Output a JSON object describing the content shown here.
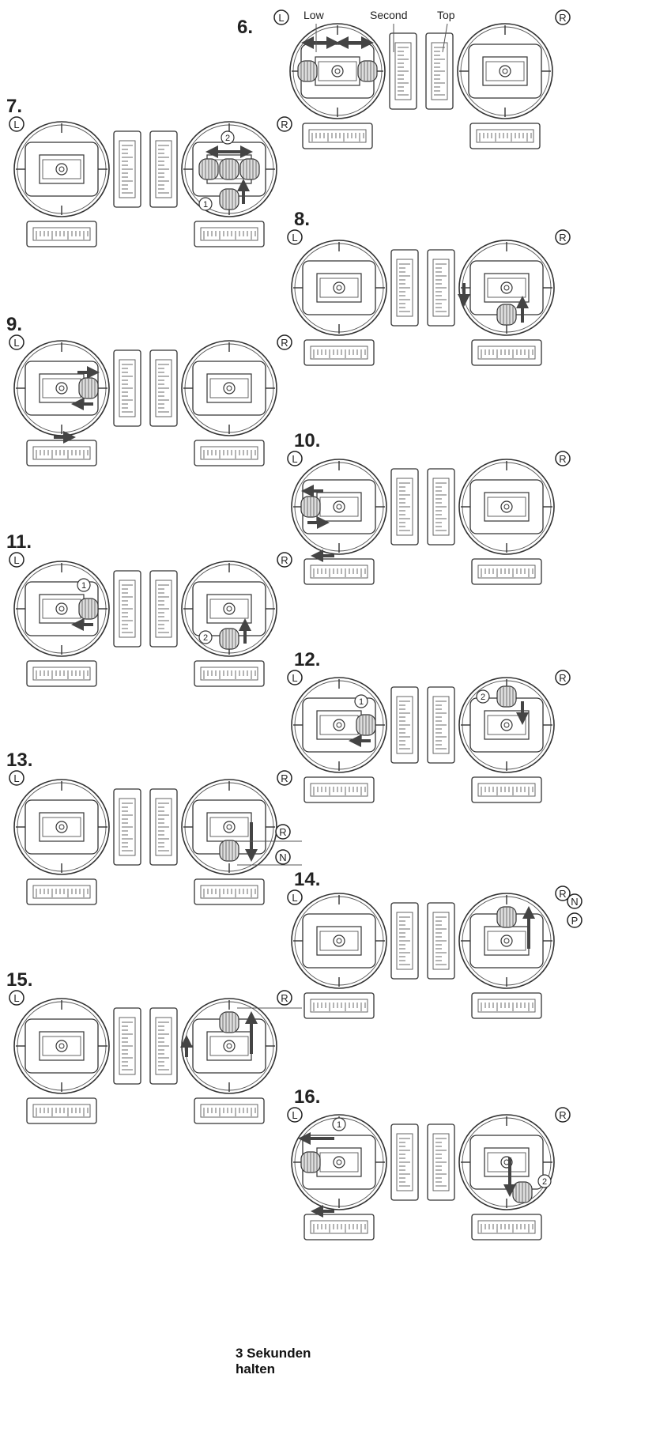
{
  "header_labels": {
    "low": "Low",
    "second": "Second",
    "top": "Top"
  },
  "steps": [
    {
      "num": "6.",
      "left_label": "L",
      "right_label": "R"
    },
    {
      "num": "7.",
      "left_label": "L",
      "right_label": "R",
      "marker_1": "1",
      "marker_2": "2"
    },
    {
      "num": "8.",
      "left_label": "L",
      "right_label": "R"
    },
    {
      "num": "9.",
      "left_label": "L",
      "right_label": "R"
    },
    {
      "num": "10.",
      "left_label": "L",
      "right_label": "R"
    },
    {
      "num": "11.",
      "left_label": "L",
      "right_label": "R",
      "marker_1": "1",
      "marker_2": "2"
    },
    {
      "num": "12.",
      "left_label": "L",
      "right_label": "R",
      "marker_1": "1",
      "marker_2": "2"
    },
    {
      "num": "13.",
      "left_label": "L",
      "right_label": "R",
      "side_1": "R",
      "side_2": "N"
    },
    {
      "num": "14.",
      "left_label": "L",
      "right_label": "R",
      "side_1": "N",
      "side_2": "P"
    },
    {
      "num": "15.",
      "left_label": "L",
      "right_label": "R"
    },
    {
      "num": "16.",
      "left_label": "L",
      "right_label": "R",
      "marker_1": "1",
      "marker_2": "2"
    }
  ],
  "note": {
    "line1": "3 Sekunden",
    "line2": "halten"
  }
}
